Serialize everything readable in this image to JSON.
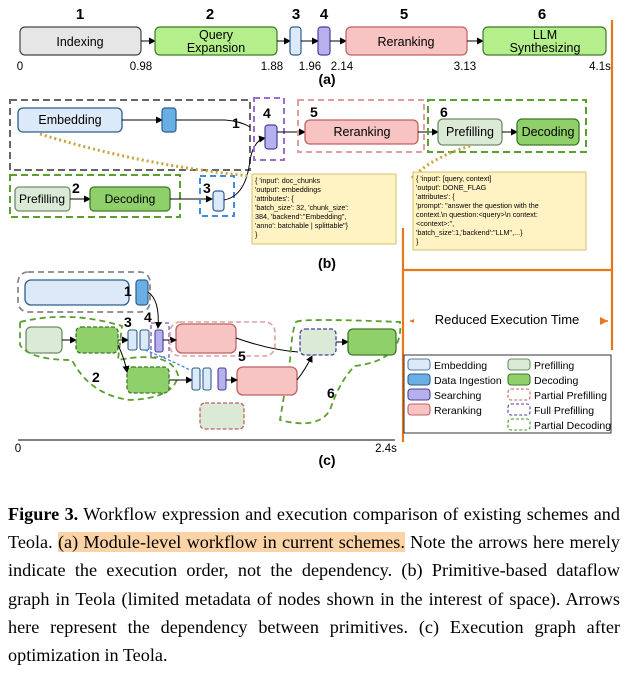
{
  "figure": {
    "part_a": {
      "stage_numbers": [
        "1",
        "2",
        "3",
        "4",
        "5",
        "6"
      ],
      "stages": [
        "Indexing",
        "Query\nExpansion",
        "",
        "",
        "Reranking",
        "LLM\nSynthesizing"
      ],
      "timeline_ticks": [
        "0",
        "0.98",
        "1.88",
        "1.96",
        "2.14",
        "3.13",
        "4.1s"
      ],
      "label": "(a)"
    },
    "part_b": {
      "nodes": {
        "embedding": "Embedding",
        "reranking": "Reranking",
        "prefilling_top": "Prefilling",
        "decoding_top": "Decoding",
        "prefilling_bottom": "Prefilling",
        "decoding_bottom": "Decoding"
      },
      "group_numbers": [
        "1",
        "2",
        "3",
        "4",
        "5",
        "6"
      ],
      "meta_left": [
        "{  'input': doc_chunks",
        "   'output': embeddings",
        "   'attributes': {",
        "      'batch_size': 32, 'chunk_size':",
        "384, 'backend':\"Embedding\",",
        "      'anno': batchable | splittable\"}",
        "}"
      ],
      "meta_right": [
        "{  'input': [query, context]",
        "   'output': DONE_FLAG",
        "   'attributes': {",
        "      'prompt': \"answer the question with the",
        "context.\\n question:<query>\\n context:",
        "<context>:\",",
        "      'batch_size':1,'backend':\"LLM\",...}",
        "}"
      ],
      "label": "(b)"
    },
    "part_c": {
      "group_numbers": [
        "1",
        "2",
        "3",
        "4",
        "5",
        "6"
      ],
      "reduced_label": "Reduced Execution Time",
      "timeline_ticks": [
        "0",
        "2.4s"
      ],
      "label": "(c)",
      "legend": [
        {
          "name": "Embedding",
          "fill": "#dce9f8",
          "stroke": "#5a7ca6",
          "dash": false
        },
        {
          "name": "Data Ingestion",
          "fill": "#6aaee6",
          "stroke": "#2d5f8f",
          "dash": false
        },
        {
          "name": "Searching",
          "fill": "#b6b0ee",
          "stroke": "#4a3f9a",
          "dash": false
        },
        {
          "name": "Reranking",
          "fill": "#f8c3c3",
          "stroke": "#c06060",
          "dash": false
        },
        {
          "name": "Prefilling",
          "fill": "#dbe9d7",
          "stroke": "#6d8f66",
          "dash": false
        },
        {
          "name": "Decoding",
          "fill": "#8fd06a",
          "stroke": "#3d7a28",
          "dash": false
        },
        {
          "name": "Partial Prefilling",
          "fill": "#ffffff",
          "stroke": "#c06060",
          "dash": true
        },
        {
          "name": "Full Prefilling",
          "fill": "#ffffff",
          "stroke": "#4a3f9a",
          "dash": true
        },
        {
          "name": "Partial Decoding",
          "fill": "#ffffff",
          "stroke": "#3d9a28",
          "dash": true
        }
      ]
    }
  },
  "caption": {
    "label": "Figure 3.",
    "text_1": " Workflow expression and execution comparison of existing schemes and Teola. ",
    "highlight": "(a) Module-level workflow in current schemes.",
    "text_2": " Note the arrows here merely indicate the execution order, not the dependency. (b) Primitive-based dataflow graph in Teola (limited metadata of nodes shown in the interest of space). Arrows here represent the dependency between primitives. (c) Execution graph after optimization in Teola."
  }
}
